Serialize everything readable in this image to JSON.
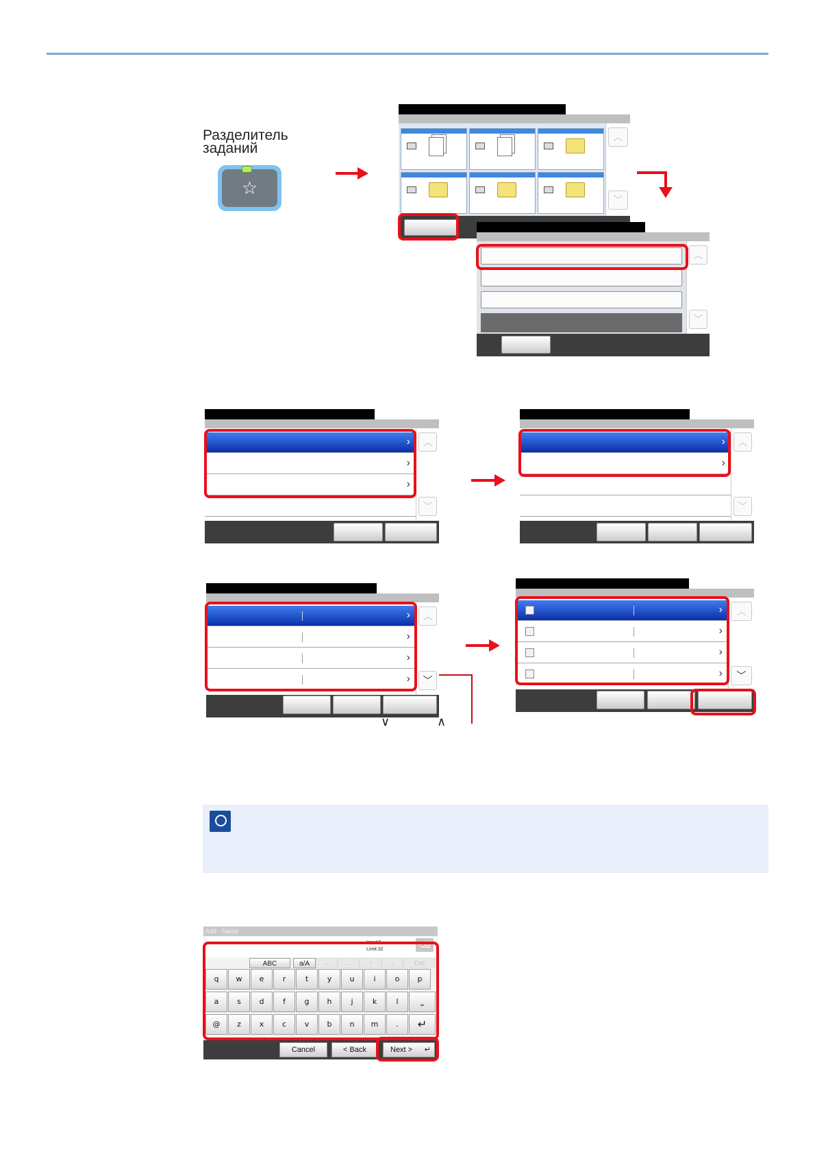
{
  "key": {
    "label_line1": "Разделитель",
    "label_line2": "заданий",
    "star_icon": "☆"
  },
  "scroll_glyphs": {
    "up": "︿",
    "down": "﹀",
    "chevron": "›"
  },
  "key_glyphs": {
    "up_arrow": "∨",
    "down_arrow": "∧"
  },
  "keyboard": {
    "title": "Add - Name",
    "input_count": "Input:0",
    "input_limit": "Limit:32",
    "backspace_icon": "⌫",
    "mode_abc": "ABC",
    "mode_case": "a/A",
    "arrow_left": "←",
    "arrow_right": "→",
    "arrow_up": "↑",
    "arrow_down": "↓",
    "del": "Del",
    "row1": [
      "q",
      "w",
      "e",
      "r",
      "t",
      "y",
      "u",
      "i",
      "o",
      "p"
    ],
    "row2": [
      "a",
      "s",
      "d",
      "f",
      "g",
      "h",
      "j",
      "k",
      "l"
    ],
    "row3": [
      "@",
      "z",
      "x",
      "c",
      "v",
      "b",
      "n",
      "m",
      "."
    ],
    "space_glyph": "⎵",
    "enter_glyph": "↵",
    "cancel": "Cancel",
    "back": "< Back",
    "next": "Next >"
  },
  "colors": {
    "accent_red": "#e8101a",
    "selection_blue": "#1c4fd4",
    "rule_blue": "#7fa6e3",
    "note_bg": "#e8eefa"
  }
}
